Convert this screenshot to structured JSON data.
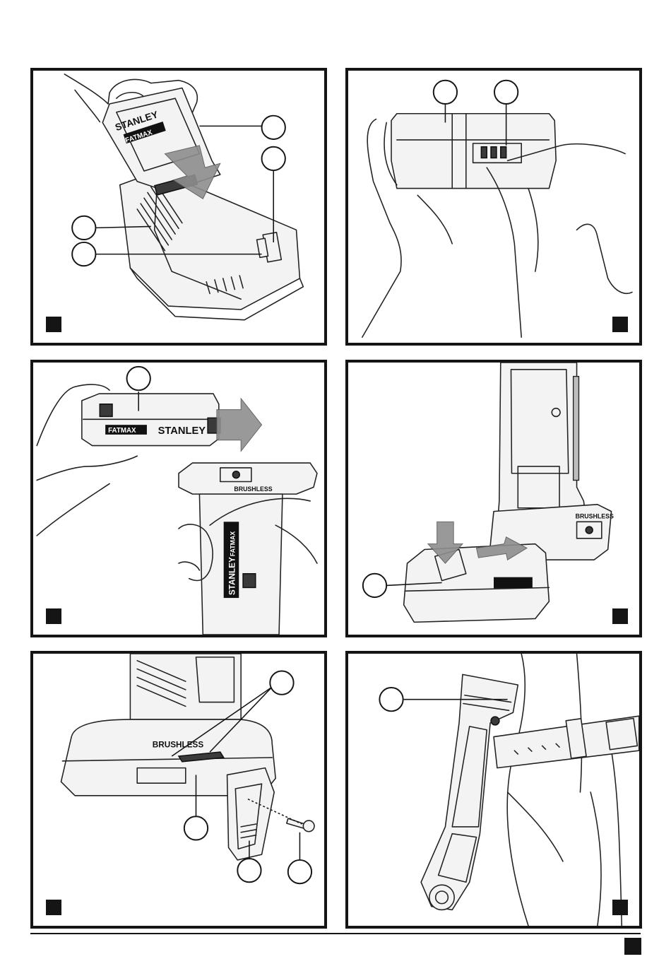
{
  "figures": [
    {
      "id": "fig-a",
      "product_text": [
        "STANLEY",
        "FATMAX"
      ]
    },
    {
      "id": "fig-b"
    },
    {
      "id": "fig-c",
      "product_text": [
        "STANLEY",
        "FATMAX"
      ],
      "tool_text": "BRUSHLESS"
    },
    {
      "id": "fig-d",
      "tool_text": "BRUSHLESS"
    },
    {
      "id": "fig-e",
      "tool_text": "BRUSHLESS"
    },
    {
      "id": "fig-f"
    }
  ]
}
